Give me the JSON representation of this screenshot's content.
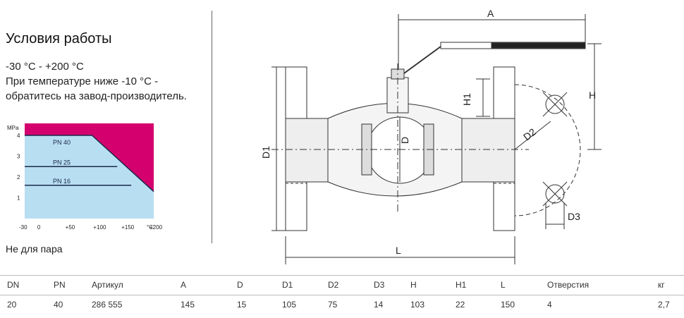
{
  "conditions": {
    "title": "Условия работы",
    "temp_range": "-30 °C - +200 °C",
    "note_line1": "При температуре ниже -10 °C -",
    "note_line2": "обратитесь на завод-производитель.",
    "steam_note": "Не для пара"
  },
  "chart_data": {
    "type": "area",
    "xlabel": "°C",
    "ylabel": "MPa",
    "x_ticks": [
      "-30",
      "0",
      "+50",
      "+100",
      "+150",
      "+200"
    ],
    "y_ticks": [
      "1",
      "2",
      "3",
      "4"
    ],
    "series": [
      {
        "name": "PN 40",
        "x": [
          -30,
          90,
          200
        ],
        "y": [
          4.0,
          4.0,
          1.3
        ]
      },
      {
        "name": "PN 25",
        "x": [
          -30,
          135
        ],
        "y": [
          2.5,
          2.5
        ]
      },
      {
        "name": "PN 16",
        "x": [
          -30,
          160
        ],
        "y": [
          1.6,
          1.6
        ]
      }
    ],
    "colors": {
      "allowed": "#b8def2",
      "forbidden": "#d4006e",
      "line": "#1a2a4a"
    }
  },
  "drawing": {
    "labels": [
      "A",
      "H",
      "H1",
      "D",
      "D1",
      "D2",
      "D3",
      "L"
    ]
  },
  "table": {
    "headers": [
      "DN",
      "PN",
      "Артикул",
      "A",
      "D",
      "D1",
      "D2",
      "D3",
      "H",
      "H1",
      "L",
      "Отверстия",
      "кг"
    ],
    "rows": [
      [
        "20",
        "40",
        "286 555",
        "145",
        "15",
        "105",
        "75",
        "14",
        "103",
        "22",
        "150",
        "4",
        "2,7"
      ]
    ]
  }
}
